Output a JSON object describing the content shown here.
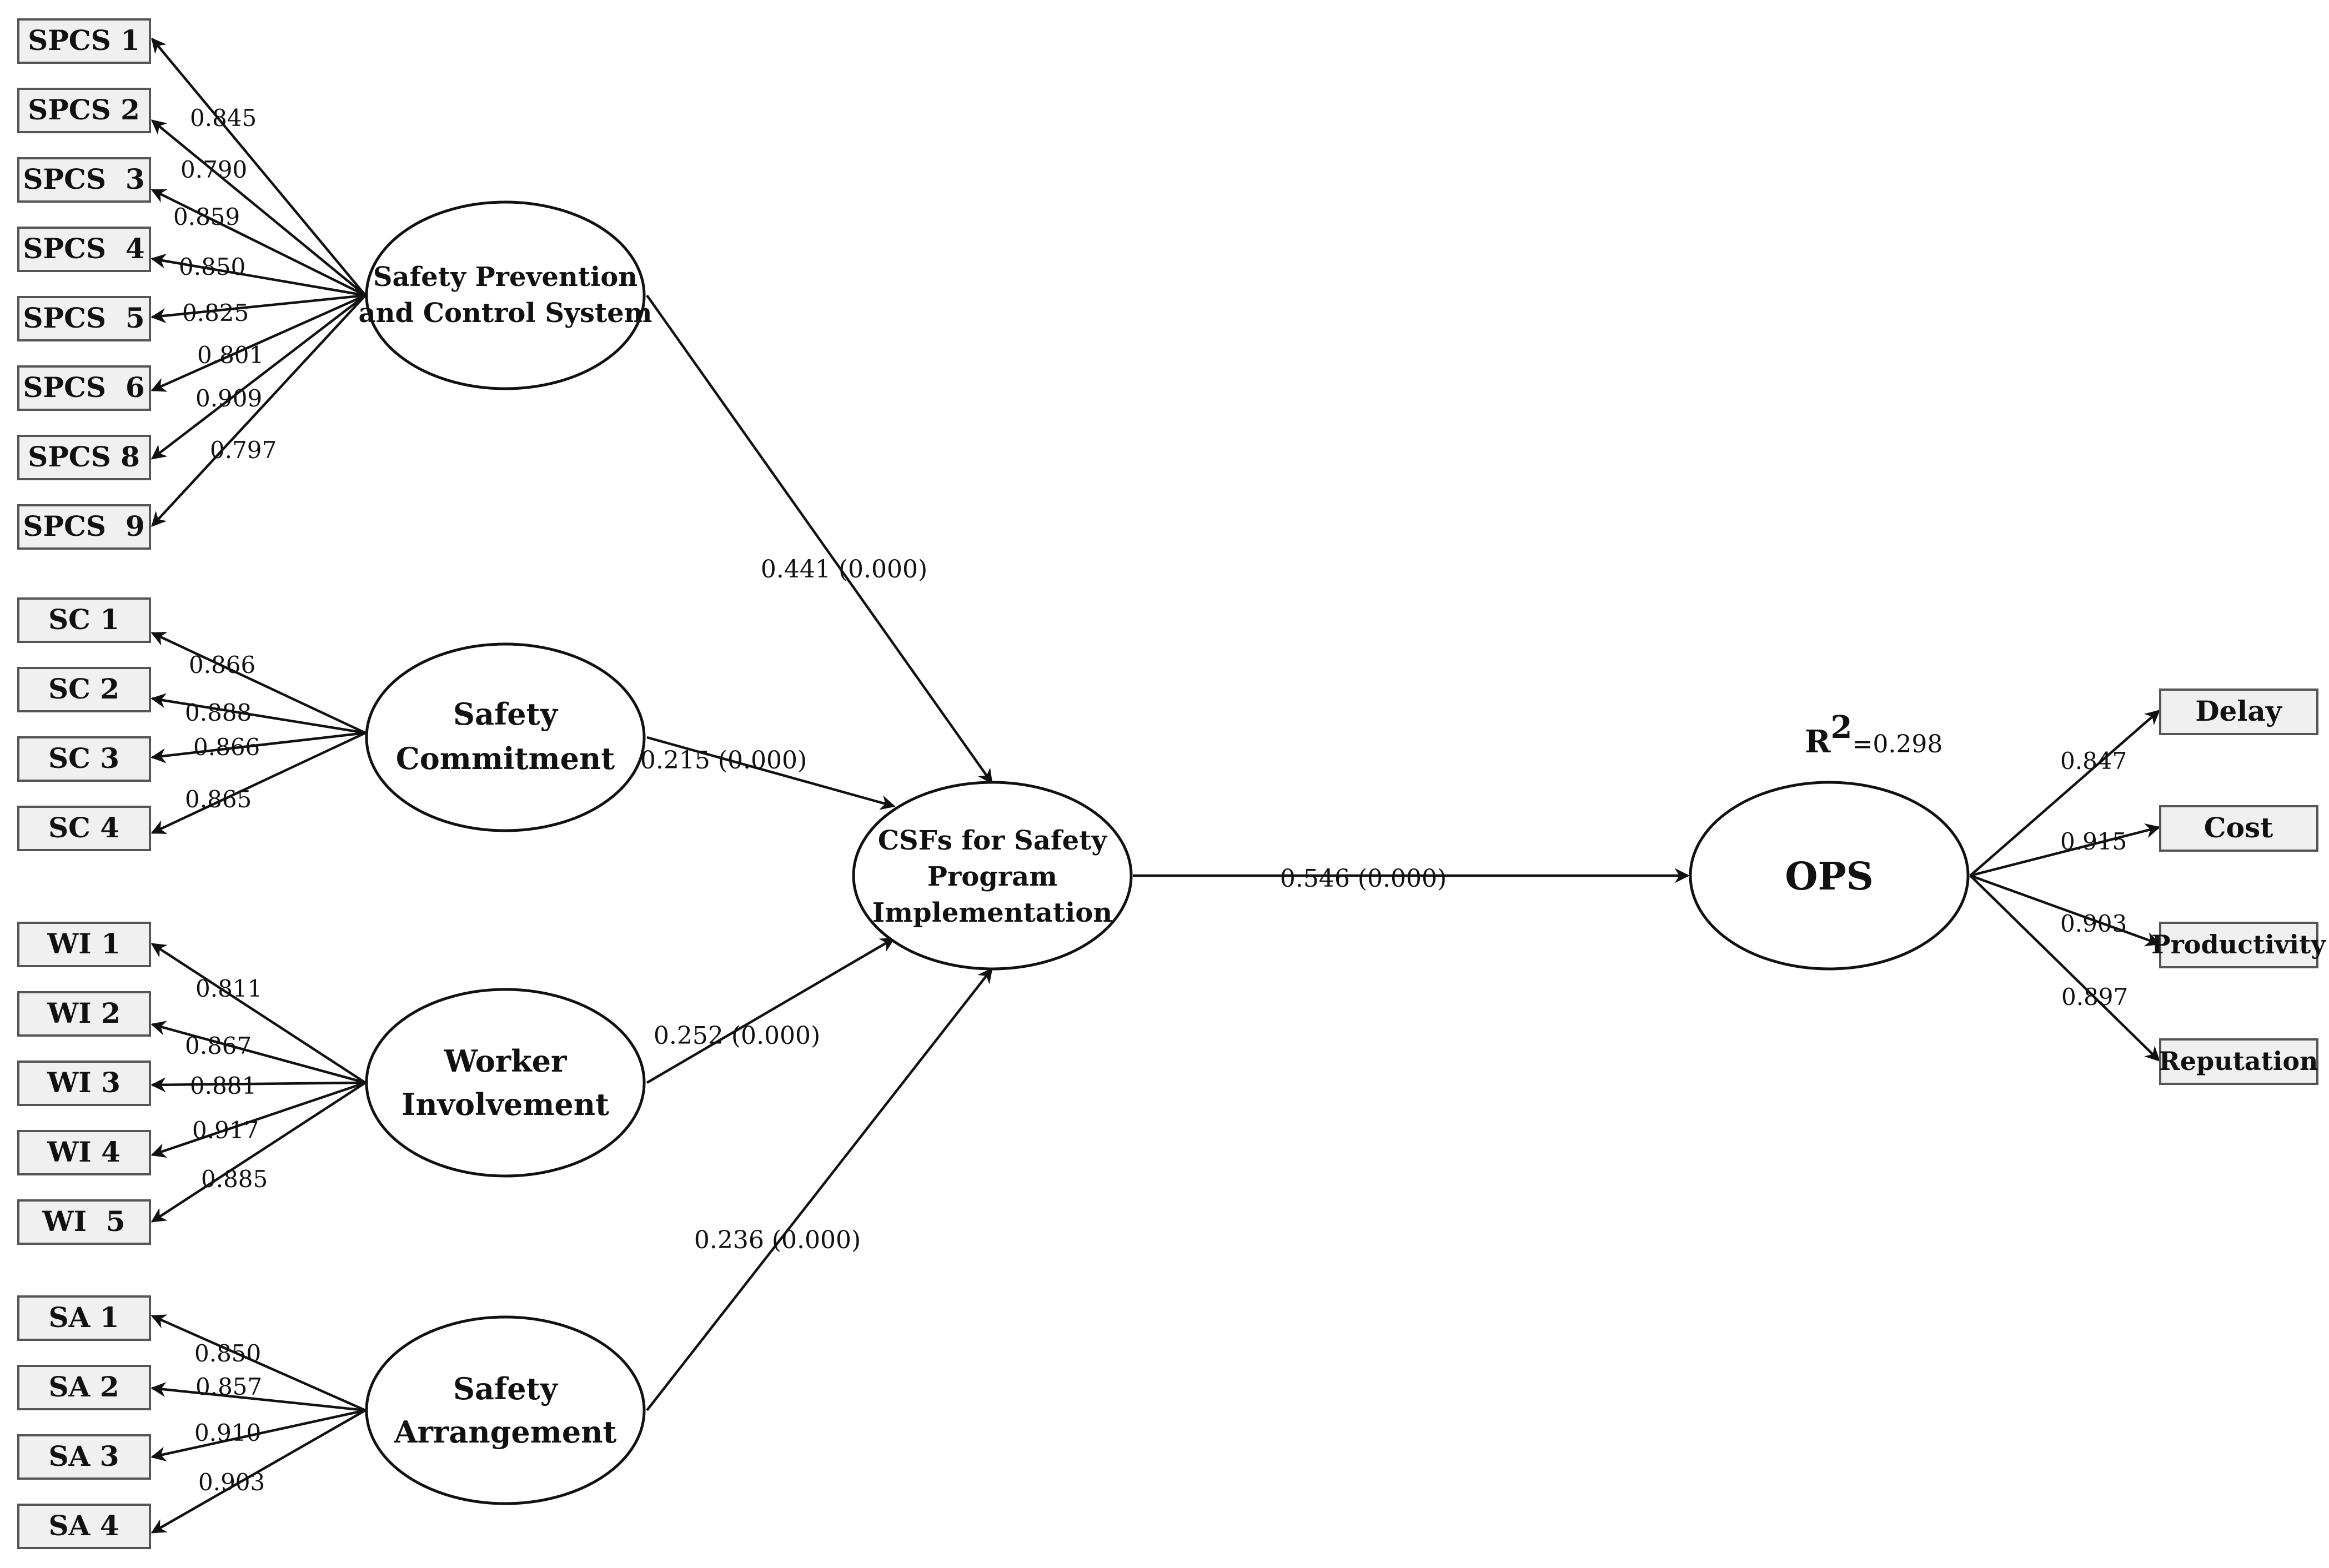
{
  "constructs": {
    "spcs": {
      "name_line1": "Safety Prevention",
      "name_line2": "and Control System"
    },
    "sc": {
      "name_line1": "Safety",
      "name_line2": "Commitment"
    },
    "wi": {
      "name_line1": "Worker",
      "name_line2": "Involvement"
    },
    "sa": {
      "name_line1": "Safety",
      "name_line2": "Arrangement"
    },
    "csf": {
      "name_line1": "CSFs for Safety",
      "name_line2": "Program",
      "name_line3": "Implementation"
    },
    "ops": {
      "name": "OPS",
      "r2_label": "R",
      "r2_sup": "2",
      "r2_value": "=0.298"
    }
  },
  "indicators": {
    "spcs": [
      {
        "label": "SPCS 1",
        "loading": "0.845"
      },
      {
        "label": "SPCS 2",
        "loading": "0.790"
      },
      {
        "label": "SPCS  3",
        "loading": "0.859"
      },
      {
        "label": "SPCS  4",
        "loading": "0.850"
      },
      {
        "label": "SPCS  5",
        "loading": "0.825"
      },
      {
        "label": "SPCS  6",
        "loading": "0.801"
      },
      {
        "label": "SPCS 8",
        "loading": "0.909"
      },
      {
        "label": "SPCS  9",
        "loading": "0.797"
      }
    ],
    "sc": [
      {
        "label": "SC 1",
        "loading": "0.866"
      },
      {
        "label": "SC 2",
        "loading": "0.888"
      },
      {
        "label": "SC 3",
        "loading": "0.866"
      },
      {
        "label": "SC 4",
        "loading": "0.865"
      }
    ],
    "wi": [
      {
        "label": "WI 1",
        "loading": "0.811"
      },
      {
        "label": "WI 2",
        "loading": "0.867"
      },
      {
        "label": "WI 3",
        "loading": "0.881"
      },
      {
        "label": "WI 4",
        "loading": "0.917"
      },
      {
        "label": "WI  5",
        "loading": "0.885"
      }
    ],
    "sa": [
      {
        "label": "SA 1",
        "loading": "0.850"
      },
      {
        "label": "SA 2",
        "loading": "0.857"
      },
      {
        "label": "SA 3",
        "loading": "0.910"
      },
      {
        "label": "SA 4",
        "loading": "0.903"
      }
    ],
    "ops": [
      {
        "label": "Delay",
        "loading": "0.847"
      },
      {
        "label": "Cost",
        "loading": "0.915"
      },
      {
        "label": "Productivity",
        "loading": "0.903"
      },
      {
        "label": "Reputation",
        "loading": "0.897"
      }
    ]
  },
  "paths": {
    "spcs_csf": "0.441 (0.000)",
    "sc_csf": "0.215 (0.000)",
    "wi_csf": "0.252 (0.000)",
    "sa_csf": "0.236 (0.000)",
    "csf_ops": "0.546 (0.000)"
  }
}
